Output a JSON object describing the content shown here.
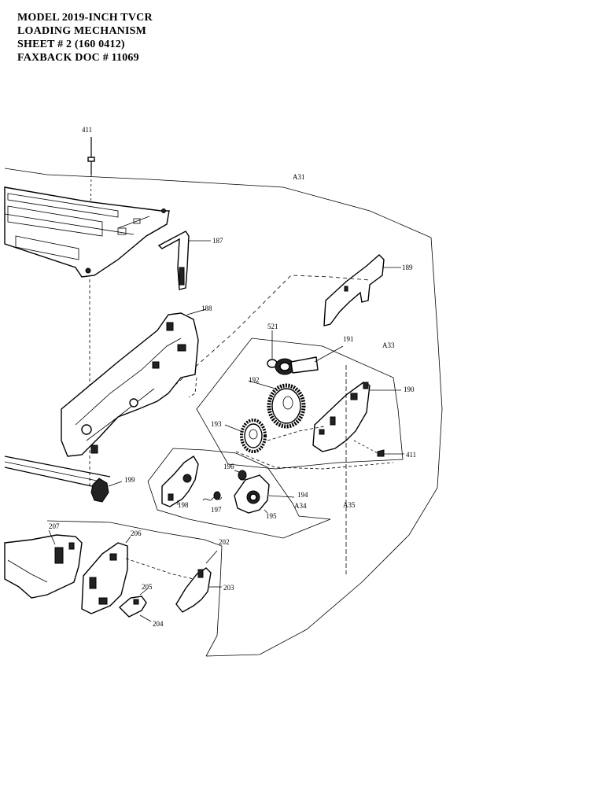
{
  "header": {
    "line1": "MODEL 2019-INCH TVCR",
    "line2": "LOADING MECHANISM",
    "line3": "SHEET # 2  (160 0412)",
    "line4": "FAXBACK DOC # 11069"
  },
  "callouts": {
    "p411_top": "411",
    "a31": "A31",
    "p187": "187",
    "p189": "189",
    "p188": "188",
    "p521": "521",
    "p191": "191",
    "a33": "A33",
    "p192": "192",
    "p190": "190",
    "p193": "193",
    "p411_right": "411",
    "p199": "199",
    "p196": "196",
    "p194": "194",
    "p198": "198",
    "p197": "197",
    "a34": "A34",
    "p195": "195",
    "a35": "A35",
    "p207": "207",
    "p206": "206",
    "p202": "202",
    "p205": "205",
    "p203": "203",
    "p204": "204"
  }
}
